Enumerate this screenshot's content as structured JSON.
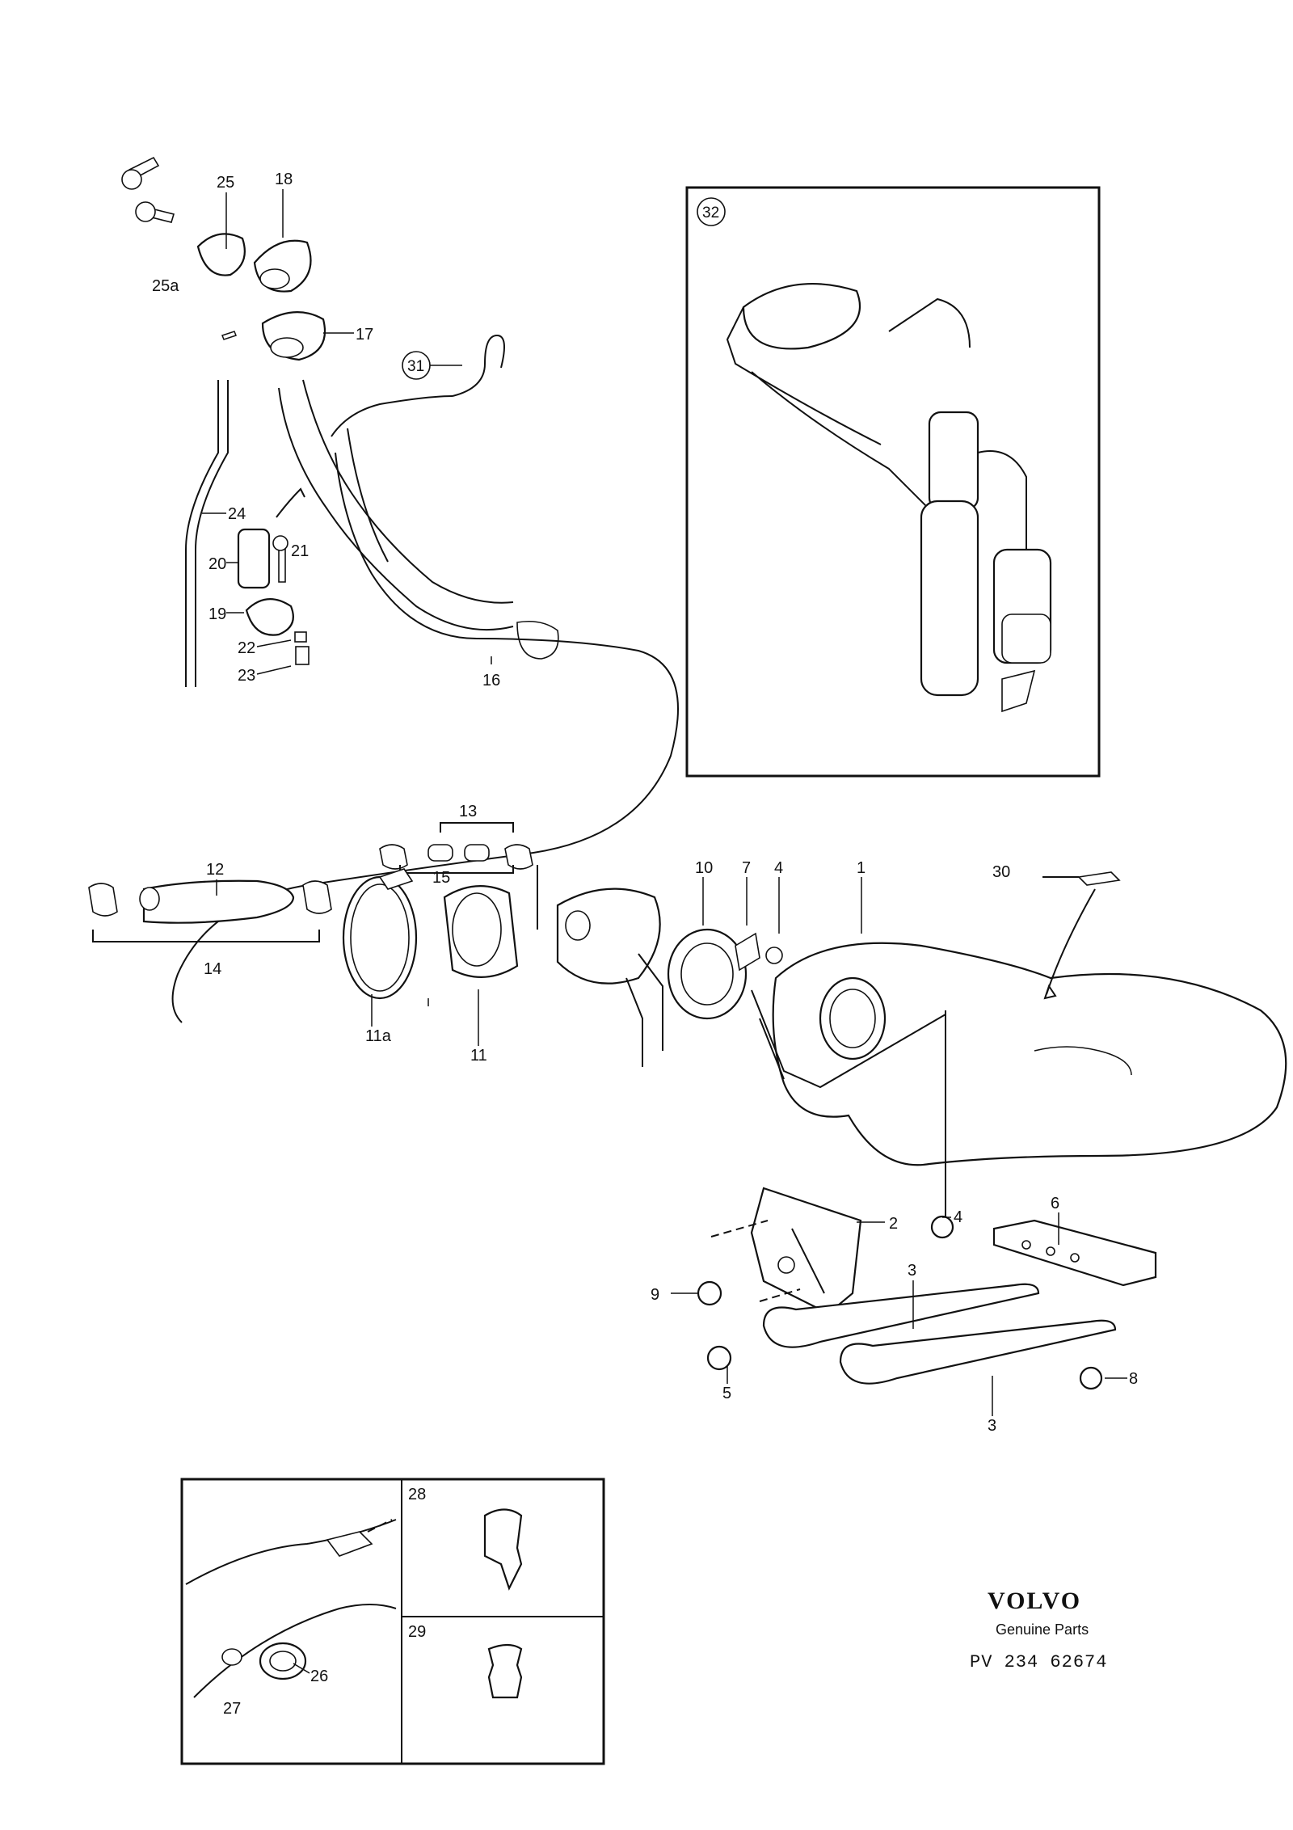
{
  "parts": {
    "p1": "1",
    "p2": "2",
    "p3a": "3",
    "p3b": "3",
    "p4a": "4",
    "p4b": "4",
    "p5": "5",
    "p6": "6",
    "p7": "7",
    "p8": "8",
    "p9": "9",
    "p10": "10",
    "p11": "11",
    "p11a": "11a",
    "p12": "12",
    "p13": "13",
    "p14": "14",
    "p15": "15",
    "p16": "16",
    "p17": "17",
    "p18": "18",
    "p19": "19",
    "p20": "20",
    "p21": "21",
    "p22": "22",
    "p23": "23",
    "p24": "24",
    "p25": "25",
    "p25a": "25a",
    "p26": "26",
    "p27": "27",
    "p28": "28",
    "p29": "29",
    "p30": "30",
    "p31": "31",
    "p32": "32"
  },
  "brand": {
    "name": "VOLVO",
    "tagline": "Genuine Parts",
    "code": "PV 234 62674"
  }
}
